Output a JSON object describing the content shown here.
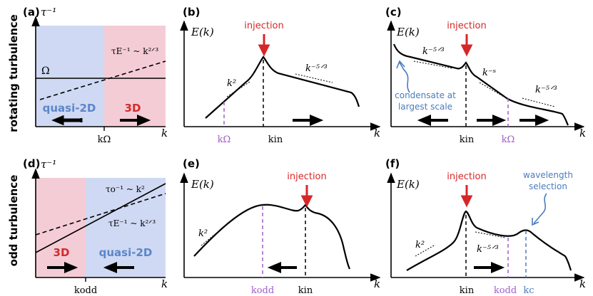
{
  "rows": [
    {
      "label": "rotating turbulence"
    },
    {
      "label": "odd turbulence"
    }
  ],
  "panels": {
    "a": {
      "tag": "(a)",
      "ylabel": "τ⁻¹",
      "xlabel": "k",
      "omega": "Ω",
      "eddy": "τE⁻¹ ~ k²ᐟ³",
      "left_region": "quasi-2D",
      "right_region": "3D",
      "kmark": "kΩ"
    },
    "b": {
      "tag": "(b)",
      "ylabel": "E(k)",
      "xlabel": "k",
      "injection": "injection",
      "slope1": "k²",
      "slope2": "k⁻⁵ᐟ³",
      "kmark": "kΩ",
      "kin": "kin"
    },
    "c": {
      "tag": "(c)",
      "ylabel": "E(k)",
      "xlabel": "k",
      "injection": "injection",
      "slope1": "k⁻⁵ᐟ³",
      "slope2": "k⁻ˢ",
      "slope3": "k⁻⁵ᐟ³",
      "condensate_line1": "condensate at",
      "condensate_line2": "largest scale",
      "kin": "kin",
      "kmark": "kΩ"
    },
    "d": {
      "tag": "(d)",
      "ylabel": "τ⁻¹",
      "xlabel": "k",
      "odd_rate": "τo⁻¹ ~ k²",
      "eddy": "τE⁻¹ ~ k²ᐟ³",
      "left_region": "3D",
      "right_region": "quasi-2D",
      "kmark": "kodd"
    },
    "e": {
      "tag": "(e)",
      "ylabel": "E(k)",
      "xlabel": "k",
      "injection": "injection",
      "slope1": "k²",
      "kmark": "kodd",
      "kin": "kin"
    },
    "f": {
      "tag": "(f)",
      "ylabel": "E(k)",
      "xlabel": "k",
      "injection": "injection",
      "selection_line1": "wavelength",
      "selection_line2": "selection",
      "slope1": "k²",
      "slope2": "k⁻⁵ᐟ³",
      "kin": "kin",
      "kmark": "kodd",
      "kc": "kc"
    }
  },
  "colors": {
    "blue_region": "#cfd9f3",
    "pink_region": "#f4ccd6",
    "red": "#d62728",
    "purple": "#a05fc8",
    "steelblue": "#4a7bbf",
    "blue_text": "#5b86c9",
    "dark_red": "#d42a2a",
    "ink": "#000000"
  }
}
